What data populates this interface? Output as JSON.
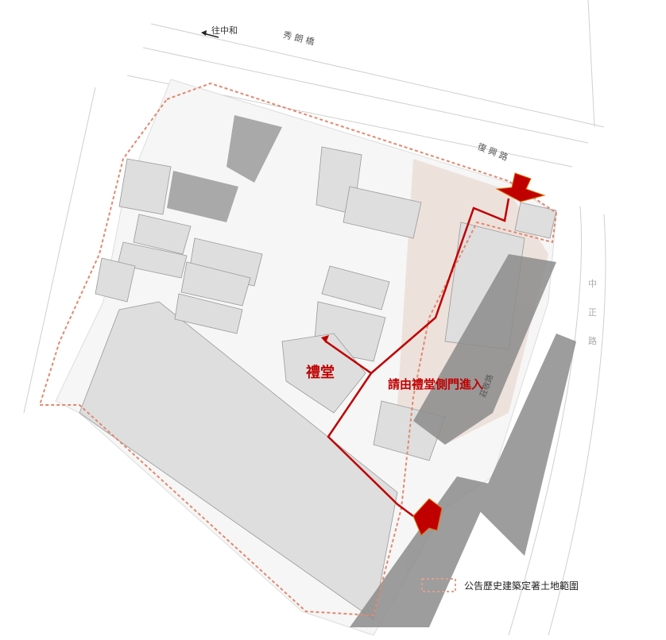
{
  "map": {
    "direction_label": "往中和",
    "roads": {
      "bridge": "秀 朗 橋",
      "north_road": "復 興 路",
      "east_road": "中 正 路",
      "inner_road": "莊敬路"
    },
    "auditorium_label": "禮堂",
    "entrance_note": "請由禮堂側門進入",
    "legend": {
      "boundary_label": "公告歷史建築定著土地範圍"
    },
    "colors": {
      "route": "#c00000",
      "arrow": "#c00000",
      "boundary": "#e08a70",
      "building": "#d9d9d9",
      "dark_area": "#8a8a8a"
    }
  }
}
